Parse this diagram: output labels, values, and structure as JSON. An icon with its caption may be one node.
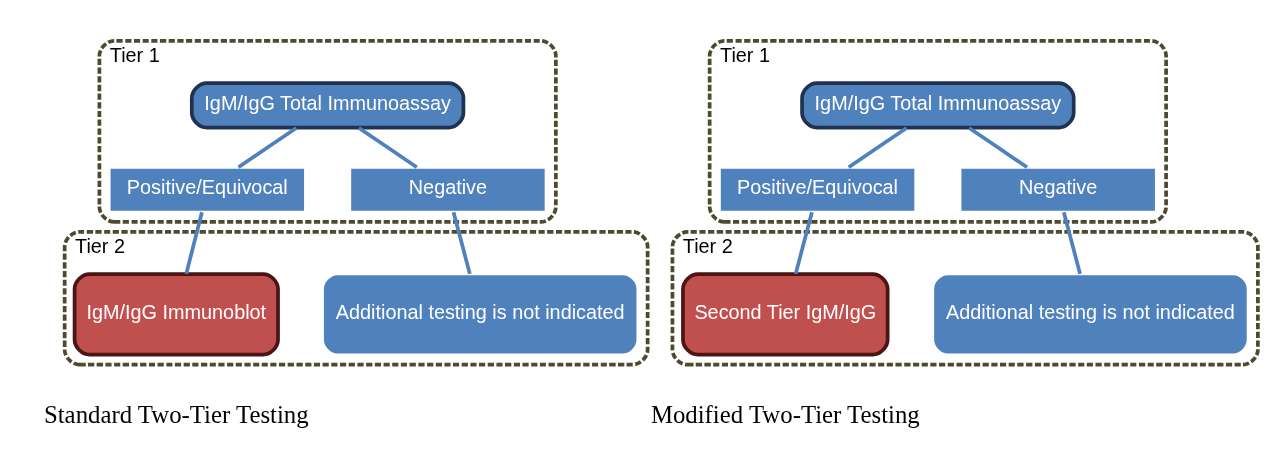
{
  "diagram": {
    "nodes": [
      {
        "text": [
          "Tier 1"
        ]
      },
      {
        "text": [
          "IgM/IgG Total Immunoassay"
        ],
        "in": 0
      },
      {
        "text": [
          "Positive/Equivocal"
        ],
        "in": 0
      },
      {
        "text": [
          "Negative"
        ],
        "in": 0
      },
      {
        "text": [
          "Tier 2"
        ]
      },
      {
        "text": [
          "IgM/IgG Immunoblot"
        ],
        "in": 4
      },
      {
        "text": [
          "Additional testing is not indicated"
        ],
        "in": 4
      },
      {
        "text": [
          "Tier 1"
        ]
      },
      {
        "text": [
          "IgM/IgG Total Immunoassay"
        ],
        "in": 7
      },
      {
        "text": [
          "Positive/Equivocal"
        ],
        "in": 7
      },
      {
        "text": [
          "Negative"
        ],
        "in": 7
      },
      {
        "text": [
          "Tier 2"
        ]
      },
      {
        "text": [
          "Second Tier IgM/IgG"
        ],
        "in": 11
      },
      {
        "text": [
          "Additional testing is not indicated"
        ],
        "in": 11
      }
    ],
    "edges": [
      {
        "from": 1,
        "to": 2,
        "arrow": "none"
      },
      {
        "from": 1,
        "to": 3,
        "arrow": "none"
      },
      {
        "from": 2,
        "to": 5,
        "arrow": "none"
      },
      {
        "from": 3,
        "to": 6,
        "arrow": "none"
      },
      {
        "from": 8,
        "to": 9,
        "arrow": "none"
      },
      {
        "from": 8,
        "to": 10,
        "arrow": "none"
      },
      {
        "from": 9,
        "to": 12,
        "arrow": "none"
      },
      {
        "from": 10,
        "to": 13,
        "arrow": "none"
      }
    ],
    "labels": [
      "Standard Two-Tier Testing",
      "Modified Two-Tier Testing"
    ]
  }
}
